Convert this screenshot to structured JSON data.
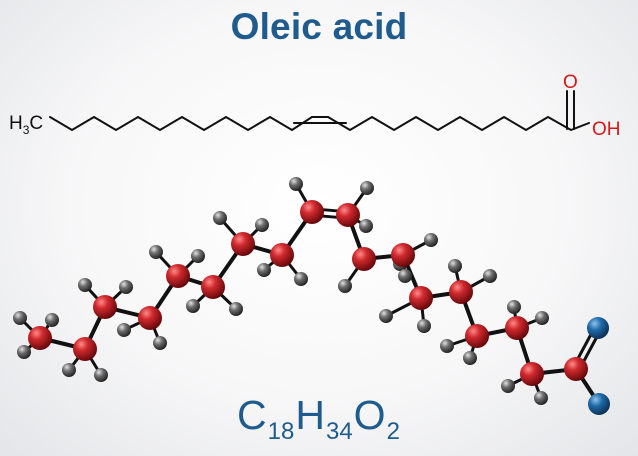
{
  "title": "Oleic acid",
  "skeletal": {
    "left_group": {
      "main": "H",
      "sub": "3",
      "tail": "C"
    },
    "carbonyl_label": "O",
    "hydroxyl_label": "OH"
  },
  "formula": {
    "parts": [
      "C",
      "18",
      "H",
      "34",
      "O",
      "2"
    ]
  },
  "colors": {
    "title": "#1f5b8c",
    "bond": "#111111",
    "oxygen_label": "#d8181a",
    "carbon_atom": "#b51c22",
    "hydrogen_atom": "#555555",
    "oxygen_atom": "#1c5e94"
  }
}
